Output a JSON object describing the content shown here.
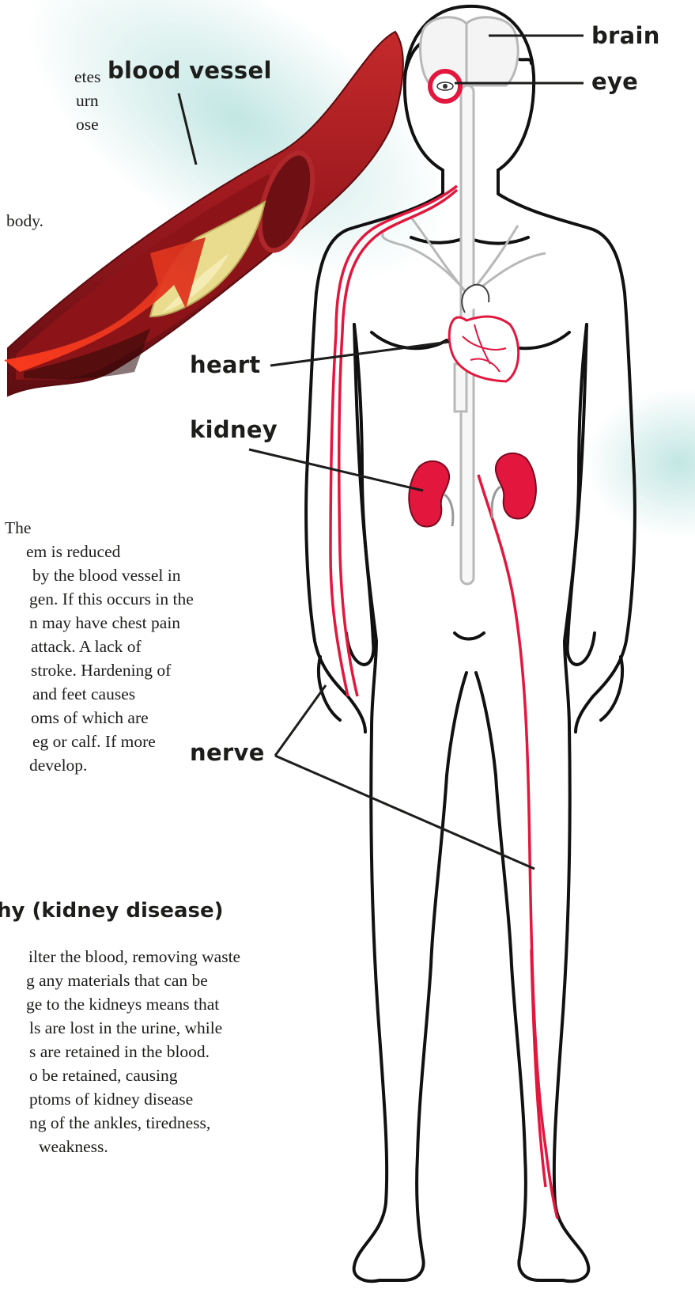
{
  "labels": {
    "blood_vessel": "blood vessel",
    "brain": "brain",
    "eye": "eye",
    "heart": "heart",
    "kidney": "kidney",
    "nerve": "nerve"
  },
  "top_text_fragments": [
    "etes",
    "urn",
    "ose",
    "body."
  ],
  "middle_text_lines": [
    "The",
    "em is reduced",
    "by the blood vessel in",
    "gen. If this occurs in the",
    "n may have chest pain",
    "attack. A lack of",
    "stroke. Hardening of",
    "and feet causes",
    "oms of which are",
    "eg or calf. If more",
    "develop."
  ],
  "section_heading": "hy (kidney disease)",
  "bottom_text_lines": [
    "ilter the blood, removing waste",
    "g any materials that can be",
    "ge to the kidneys means that",
    "ls are lost in the urine, while",
    "s are retained in the blood.",
    "o be retained, causing",
    "ptoms of kidney disease",
    "ng of the ankles, tiredness,",
    "weakness."
  ],
  "colors": {
    "accent_red": "#e3173e",
    "vessel_dark": "#7a1015",
    "vessel_mid": "#b01c22",
    "plaque": "#e9dc8e",
    "outline": "#111111",
    "spine_gray": "#b5b5b5",
    "halo_teal": "#cdebe8"
  }
}
